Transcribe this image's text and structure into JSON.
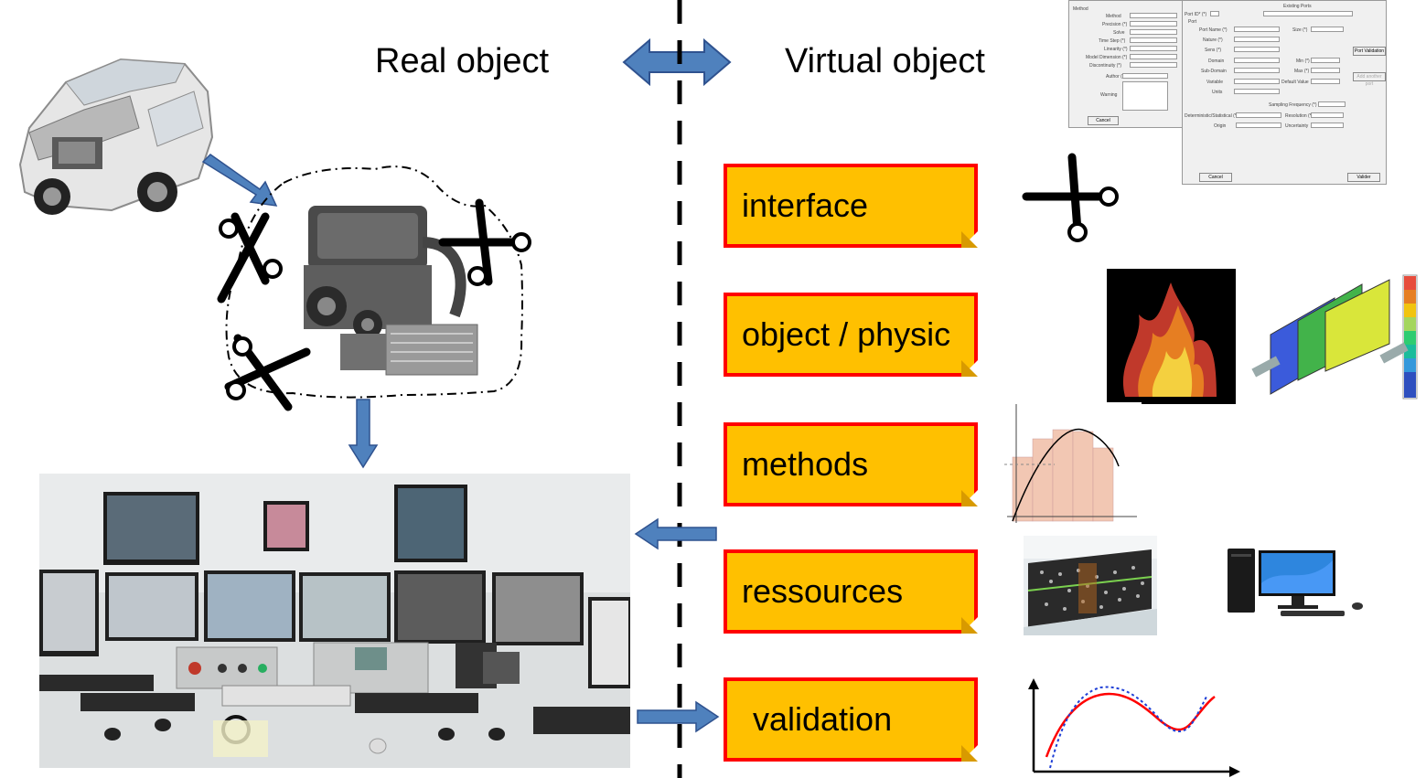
{
  "header": {
    "real_label": "Real object",
    "virtual_label": "Virtual object"
  },
  "notes": [
    {
      "label": "interface"
    },
    {
      "label": "object / physic"
    },
    {
      "label": "methods"
    },
    {
      "label": "ressources"
    },
    {
      "label": "validation"
    }
  ],
  "form_left": {
    "method_heading": "Method",
    "fields": [
      "Method",
      "Precision (*)",
      "Solve",
      "Time Step (*)",
      "Linearity (*)",
      "Model Dimension (*)",
      "Discontinuity (*)",
      "Author (*)",
      "Warning"
    ],
    "cancel": "Cancel"
  },
  "form_right": {
    "existing_ports": "Existing Ports",
    "port_id": "Port ID* (*)",
    "port": "Port",
    "fields_left": [
      "Port Name (*)",
      "Nature (*)",
      "Sens (*)",
      "Domain",
      "Sub-Domain",
      "Variable",
      "Units"
    ],
    "fields_right": [
      "Size (*)",
      "Min (*)",
      "Max (*)",
      "Default Value"
    ],
    "sampling": "Sampling Frequency (*)",
    "deterministic": "Deterministic/Statistical (*)",
    "resolution": "Resolution (*)",
    "origin": "Origin",
    "uncertainty": "Uncertainty",
    "port_validation": "Port Validation",
    "add_another": "Add another port",
    "cancel": "Cancel",
    "validate": "Valider"
  },
  "images": {
    "car": "car-cutaway-image",
    "engine": "engine-image",
    "control_room": "test-bench-control-room-image",
    "fire": "fire-image",
    "heat_exchanger": "heat-exchanger-simulation-image",
    "integral": "integral-diagram-image",
    "supercomputer": "supercomputer-image",
    "desktop": "desktop-computer-image",
    "validation_curve": "validation-curve-image"
  },
  "colors": {
    "note_fill": "#ffc000",
    "note_border": "#ff0000",
    "arrow_fill": "#4f81bd",
    "arrow_stroke": "#2f528f"
  }
}
